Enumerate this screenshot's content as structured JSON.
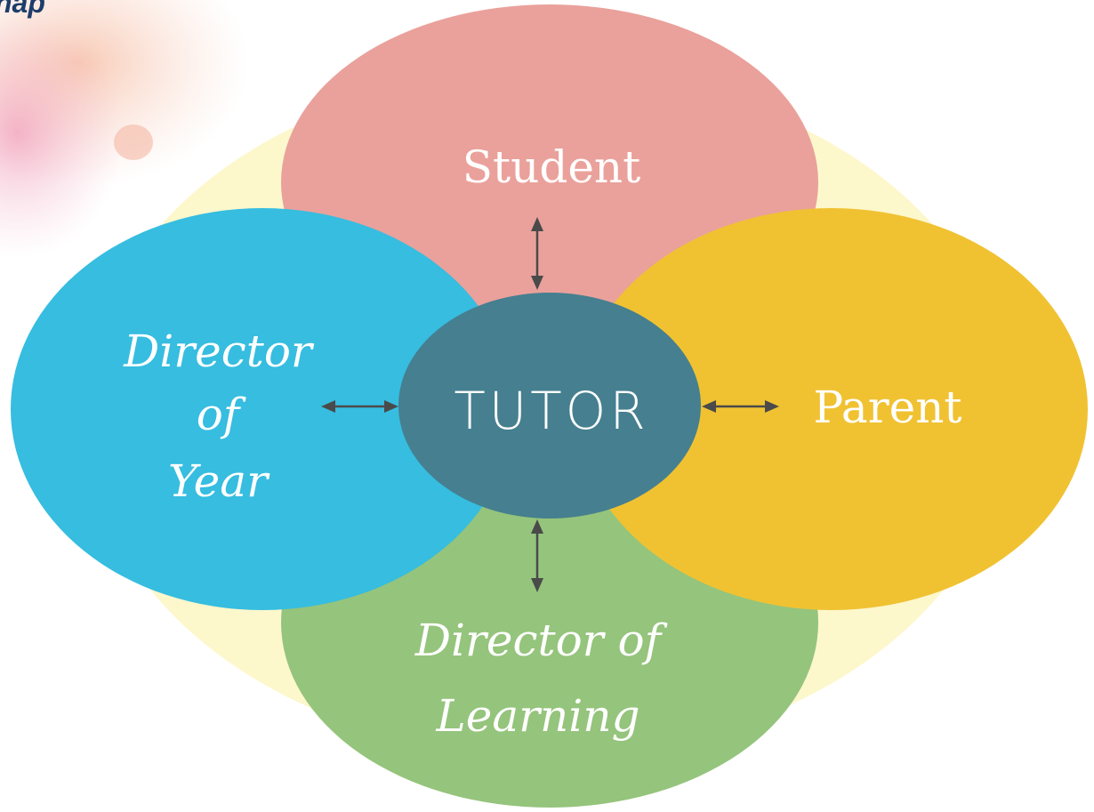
{
  "corner_title": "nap",
  "center": {
    "label": "TUTOR",
    "color": "#467f8f"
  },
  "nodes": {
    "student": {
      "label": "Student",
      "color": "#eaa19b"
    },
    "parent": {
      "label": "Parent",
      "color": "#f0c232"
    },
    "director_of_year": {
      "lines": [
        "Director",
        "of",
        "Year"
      ],
      "color": "#36bde0"
    },
    "director_of_learning": {
      "lines": [
        "Director of",
        "Learning"
      ],
      "color": "#95c47c"
    }
  },
  "background_color": "#fdf7cc",
  "arrow_color": "#4a4a4a"
}
